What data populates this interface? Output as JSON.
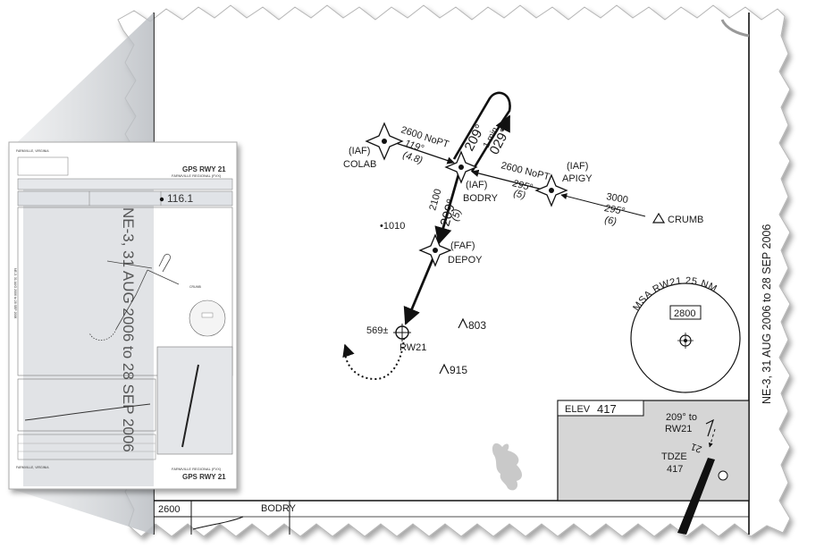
{
  "chart": {
    "fixes": {
      "colab": {
        "tag": "(IAF)",
        "name": "COLAB"
      },
      "bodry": {
        "tag": "(IAF)",
        "name": "BODRY"
      },
      "apigy": {
        "tag": "(IAF)",
        "name": "APIGY"
      },
      "depoy": {
        "tag": "(FAF)",
        "name": "DEPOY"
      },
      "crumb": {
        "name": "CRUMB"
      },
      "rw21": {
        "name": "RW21"
      }
    },
    "legs": {
      "colab_bodry": {
        "alt": "2600 NoPT",
        "course": "119°",
        "dist": "(4.8)"
      },
      "apigy_bodry": {
        "alt": "2600 NoPT",
        "course": "295°",
        "dist": "(5)"
      },
      "crumb_apigy": {
        "alt": "3000",
        "course": "295°",
        "dist": "(6)"
      },
      "final": {
        "alt": "2100",
        "course": "209°",
        "dist": "(5)"
      },
      "hold": {
        "inbound": "209°",
        "time": "1 min",
        "outbound": "029°"
      }
    },
    "spot_elevations": {
      "e1010": "•1010",
      "e803": "803",
      "e915": "915",
      "e569": "569±"
    },
    "msa": {
      "title": "MSA RW21 25 NM",
      "altitude": "2800"
    },
    "elev_box": {
      "label": "ELEV",
      "value": "417"
    },
    "airport_inset": {
      "course": "209° to",
      "target": "RW21",
      "tdze_label": "TDZE",
      "tdze_value": "417",
      "rwy_mark": "21"
    },
    "profile_strip": {
      "alt": "2600",
      "fix": "BODRY"
    },
    "margin_text": "NE-3, 31 AUG 2006 to 28 SEP 2006"
  },
  "thumbnail": {
    "location": "FARMVILLE, VIRGINIA",
    "title": "GPS RWY 21",
    "airport": "FARMVILLE REGIONAL (FVX)",
    "freq": "116.1",
    "footer_location": "FARMVILLE, VIRGINIA",
    "footer_title": "GPS RWY 21",
    "footer_airport": "FARMVILLE REGIONAL (FVX)",
    "watermark": "NE-3, 31 AUG 2006 to 28 SEP 2006",
    "margin_text": "NE-3, 31 AUG 2006 to 28 SEP 2006",
    "crumb": "CRUMB"
  }
}
